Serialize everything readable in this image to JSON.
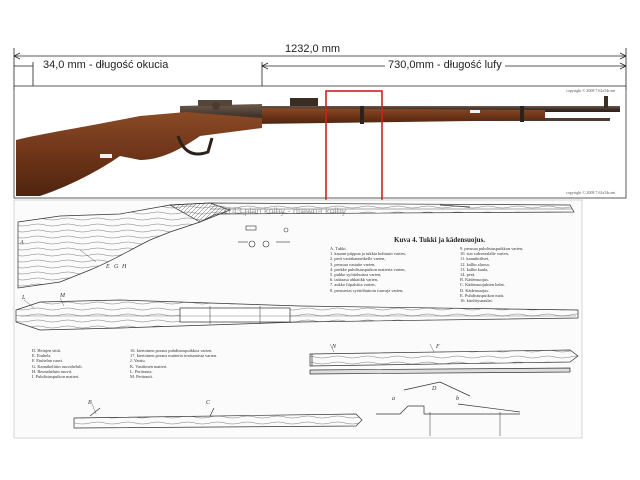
{
  "dimensions": {
    "total_length": "1232,0 mm",
    "fitting_length": "34,0 mm - długość okucia",
    "barrel_length": "730,0mm - długość lufy"
  },
  "photo": {
    "copyright_top": "copyright © 2008 7.62x54r.net",
    "copyright_bottom": "copyright © 2008 7.62x54r.net"
  },
  "overlay_note": "3143,plan kolby - drewna kolby",
  "figure": {
    "title": "Kuva 4. Tukki ja kädensuojus.",
    "legend_right": [
      "A. Tukki.",
      "1. kauran piippua ja tukkia kohtuutt varten,",
      "2. perä vastäkanneikelle varten,",
      "3. perusaa vastaite varten,",
      "4. peekke puhdistuspuikon matteria varten,",
      "5. puhko syöttöhuttoa varten,",
      "6. taittaasa ahkaiikk varten,",
      "7. aukko liipalsiita varten,",
      "8. perusreiat syöttöhuttoin ruuvaja varten,",
      "9. perusaa puhdistuspuikkon varten,",
      "10. siat sidereaalalle varten,",
      "11. kannikiiliset,",
      "12. kallin alaosa,",
      "13. kallin kaula,",
      "14. perä.",
      "B. Kädensuojus.",
      "C. Kädensuojuksen helat.",
      "D. Kädensuojus.",
      "E. Puhdistuspuikon matt.",
      "16. kiinlitysnaulat."
    ],
    "legend_bottom_left": [
      "D. Heinjen siitti.",
      "E. Etuhela.",
      "F. Etuhelan ruuvi.",
      "G. Kannikeliitin ruuvaheluli.",
      "H. Reunaheluin ruuvit.",
      "I. Puhdistuspuikon matteri."
    ],
    "legend_bottom_mid": [
      "16. kiertoinen poraus puhdistuspuikkoa varten.",
      "17. kiertoinen poraus matteria irrottamista varten.",
      "J. Vartiu.",
      "K. Vastiimen matteri.",
      "L. Perärauta.",
      "M. Perärauti."
    ],
    "part_letters": [
      "A",
      "B",
      "C",
      "D",
      "E",
      "F",
      "G",
      "H",
      "L",
      "M",
      "N",
      "a",
      "b"
    ]
  }
}
